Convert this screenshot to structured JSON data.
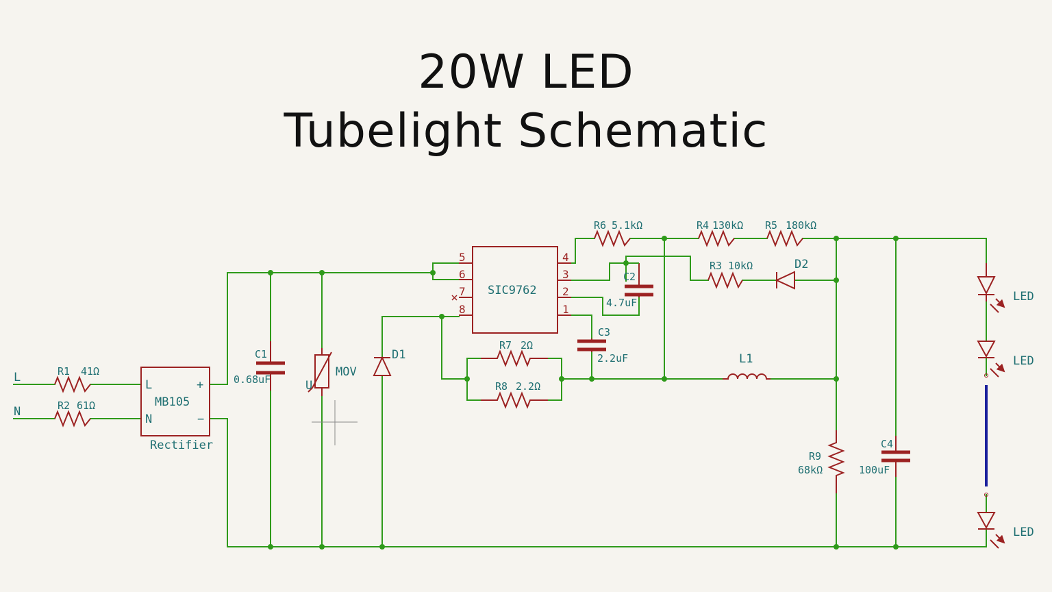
{
  "title": {
    "line1": "20W LED",
    "line2": "Tubelight Schematic"
  },
  "colors": {
    "wire": "#2f9a1a",
    "component": "#9c2222",
    "label": "#1f6f72",
    "led_string": "#1a1f9c",
    "background": "#f6f4ef"
  },
  "inputs": {
    "line": "L",
    "neutral": "N"
  },
  "components": {
    "r1": {
      "ref": "R1",
      "value": "41Ω"
    },
    "r2": {
      "ref": "R2",
      "value": "61Ω"
    },
    "rectifier": {
      "ref": "MB105",
      "name": "Rectifier",
      "pin_l": "L",
      "pin_n": "N",
      "pin_plus": "+",
      "pin_minus": "−"
    },
    "c1": {
      "ref": "C1",
      "value": "0.68uF"
    },
    "mov": {
      "ref": "MOV",
      "mark": "U"
    },
    "d1": {
      "ref": "D1"
    },
    "ic": {
      "ref": "SIC9762",
      "pins": [
        "5",
        "6",
        "7",
        "8",
        "4",
        "3",
        "2",
        "1"
      ]
    },
    "r6": {
      "ref": "R6",
      "value": "5.1kΩ"
    },
    "r4": {
      "ref": "R4",
      "value": "130kΩ"
    },
    "r5": {
      "ref": "R5",
      "value": "180kΩ"
    },
    "r3": {
      "ref": "R3",
      "value": "10kΩ"
    },
    "d2": {
      "ref": "D2"
    },
    "c2": {
      "ref": "C2",
      "value": "4.7uF"
    },
    "c3": {
      "ref": "C3",
      "value": "2.2uF"
    },
    "r7": {
      "ref": "R7",
      "value": "2Ω"
    },
    "r8": {
      "ref": "R8",
      "value": "2.2Ω"
    },
    "l1": {
      "ref": "L1"
    },
    "r9": {
      "ref": "R9",
      "value": "68kΩ"
    },
    "c4": {
      "ref": "C4",
      "value": "100uF"
    },
    "leds": [
      {
        "ref": "LED"
      },
      {
        "ref": "LED"
      },
      {
        "ref": "LED"
      }
    ]
  }
}
